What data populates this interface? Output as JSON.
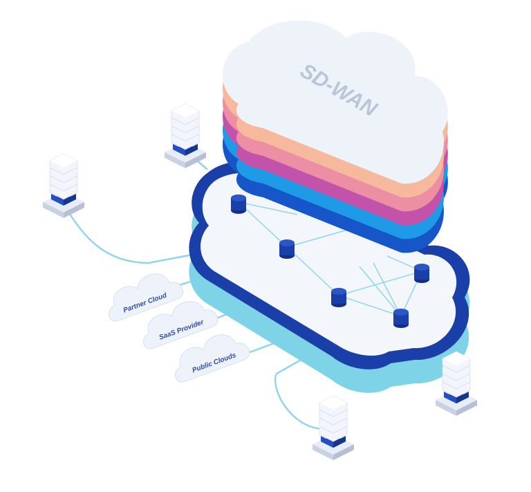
{
  "title": "SD-WAN",
  "clouds": [
    {
      "label": "Partner Cloud"
    },
    {
      "label": "SaaS Provider"
    },
    {
      "label": "Public Clouds"
    }
  ],
  "colors": {
    "rim": "#1b3fa8",
    "base": "#7fd3e6",
    "link": "#8fd6ec",
    "layers": [
      "#1656c9",
      "#1e9ae6",
      "#c352ab",
      "#ec8fa4",
      "#f6b99d",
      "#eef3fa"
    ],
    "label": "#2f4bb0"
  }
}
